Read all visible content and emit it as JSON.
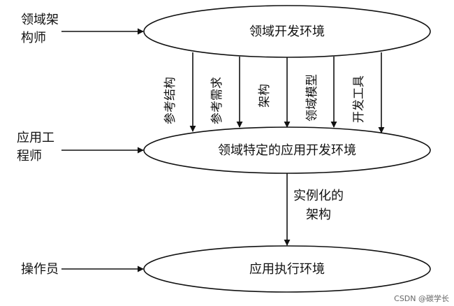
{
  "roles": {
    "architect": [
      "领域架",
      "构师"
    ],
    "app_engineer": [
      "应用工",
      "程师"
    ],
    "operator": [
      "操作员"
    ]
  },
  "environments": {
    "domain_dev": "领域开发环境",
    "domain_app_dev": "领域特定的应用开发环境",
    "app_exec": "应用执行环境"
  },
  "artifacts": [
    "参考结构",
    "参考需求",
    "架构",
    "领域模型",
    "开发工具"
  ],
  "instantiated": [
    "实例化的",
    "架构"
  ],
  "watermark": "CSDN @碳学长"
}
